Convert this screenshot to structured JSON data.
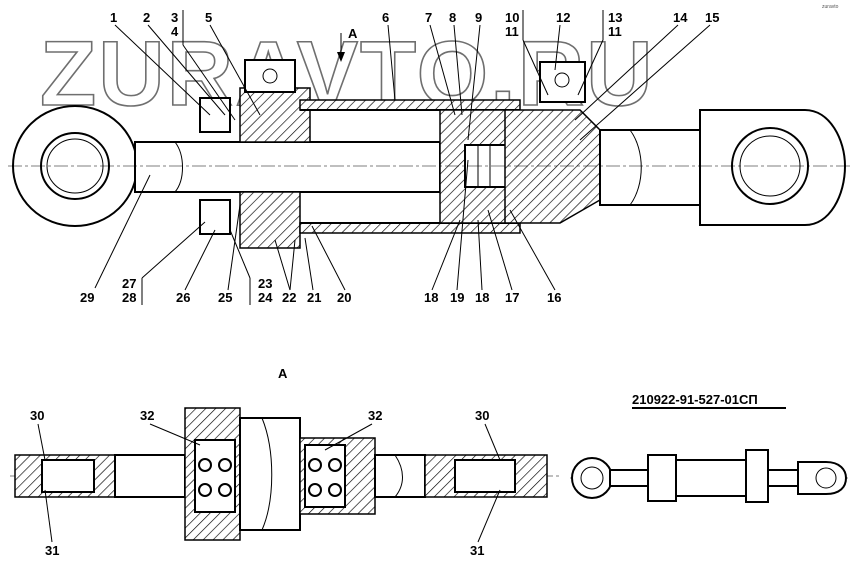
{
  "watermark": "ZURAVTO.RU",
  "view_label": "A",
  "section_arrow_label": "A",
  "doc_code": "210922-91-527-01СП",
  "corner_mark": "zuravto",
  "top_labels": [
    "1",
    "2",
    "3",
    "4",
    "5",
    "6",
    "7",
    "8",
    "9",
    "10",
    "11",
    "12",
    "13",
    "11",
    "14",
    "15"
  ],
  "bottom_labels": [
    "29",
    "27",
    "28",
    "26",
    "25",
    "23",
    "24",
    "22",
    "21",
    "20",
    "18",
    "19",
    "18",
    "17",
    "16"
  ],
  "view_a_labels": [
    "30",
    "32",
    "32",
    "30",
    "31",
    "31"
  ]
}
